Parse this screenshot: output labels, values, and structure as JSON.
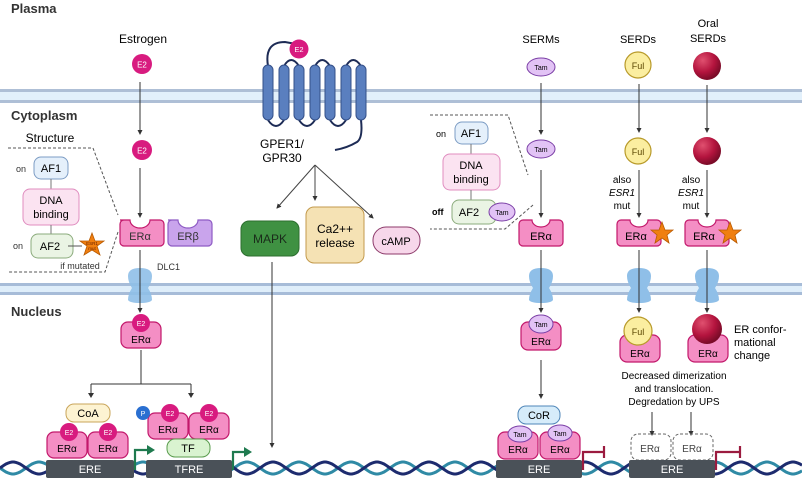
{
  "compartments": {
    "plasma": "Plasma",
    "cytoplasm": "Cytoplasm",
    "nucleus": "Nucleus"
  },
  "colors": {
    "membrane": "#aebfd6",
    "membrane_fill": "#e2f0fb",
    "e2": "#d81b7f",
    "era_fill": "#f48ec4",
    "era_stroke": "#c2186b",
    "erb_fill": "#c9a4ec",
    "erb_stroke": "#8e5bc4",
    "tam_fill": "#e2c3f5",
    "tam_stroke": "#7b3fa6",
    "ful_fill": "#fbeea0",
    "ful_stroke": "#b89a2a",
    "oral_serd": "#b4143e",
    "gper": "#5a7fbf",
    "mapk": "#3f9142",
    "ca_fill": "#f5e2b4",
    "camp_fill": "#f7d7ea",
    "dna_dark": "#1d2b6e",
    "dna_light": "#2f8aa5",
    "promoter_active": "#1f7a4f",
    "promoter_blocked": "#9b1b3f",
    "element_box": "#4a5158",
    "star": "#f07f10",
    "pore": "#8fbfe8",
    "phospho": "#2a6fd1"
  },
  "estrogen": {
    "title": "Estrogen",
    "ligand": "E2",
    "receptor_alpha": "ERα",
    "receptor_beta": "ERβ",
    "pore_label": "DLC1",
    "structure": {
      "title": "Structure",
      "af1": "AF1",
      "af1_state": "on",
      "dna_binding": "DNA binding",
      "af2": "AF2",
      "af2_state": "on",
      "mutation_star": "ESR1 mut",
      "mutation_note": "if mutated"
    },
    "coactivator": "CoA",
    "phospho": "P",
    "tf": "TF",
    "ere": "ERE",
    "tfre": "TFRE"
  },
  "gper": {
    "label_line1": "GPER1/",
    "label_line2": "GPR30",
    "ligand": "E2",
    "outputs": [
      "MAPK",
      "Ca2++ release",
      "cAMP"
    ]
  },
  "serms": {
    "title": "SERMs",
    "ligand": "Tam",
    "receptor": "ERα",
    "structure": {
      "af1": "AF1",
      "af1_state": "on",
      "dna_binding": "DNA binding",
      "af2": "AF2",
      "af2_state": "off",
      "bound": "Tam"
    },
    "corepressor": "CoR",
    "ere": "ERE"
  },
  "serds": {
    "title": "SERDs",
    "ligand": "Ful",
    "note_line1": "also",
    "note_line2": "ESR1",
    "note_line3": "mut",
    "receptor": "ERα"
  },
  "oral_serds": {
    "title_line1": "Oral",
    "title_line2": "SERDs",
    "note_line1": "also",
    "note_line2": "ESR1",
    "note_line3": "mut",
    "receptor": "ERα",
    "conformation_note": [
      "ER confor-",
      "mational",
      "change"
    ]
  },
  "degradation": {
    "text": [
      "Decreased dimerization",
      "and translocation.",
      "Degredation by UPS"
    ],
    "ghost_receptor": "ERα",
    "ere": "ERE"
  }
}
